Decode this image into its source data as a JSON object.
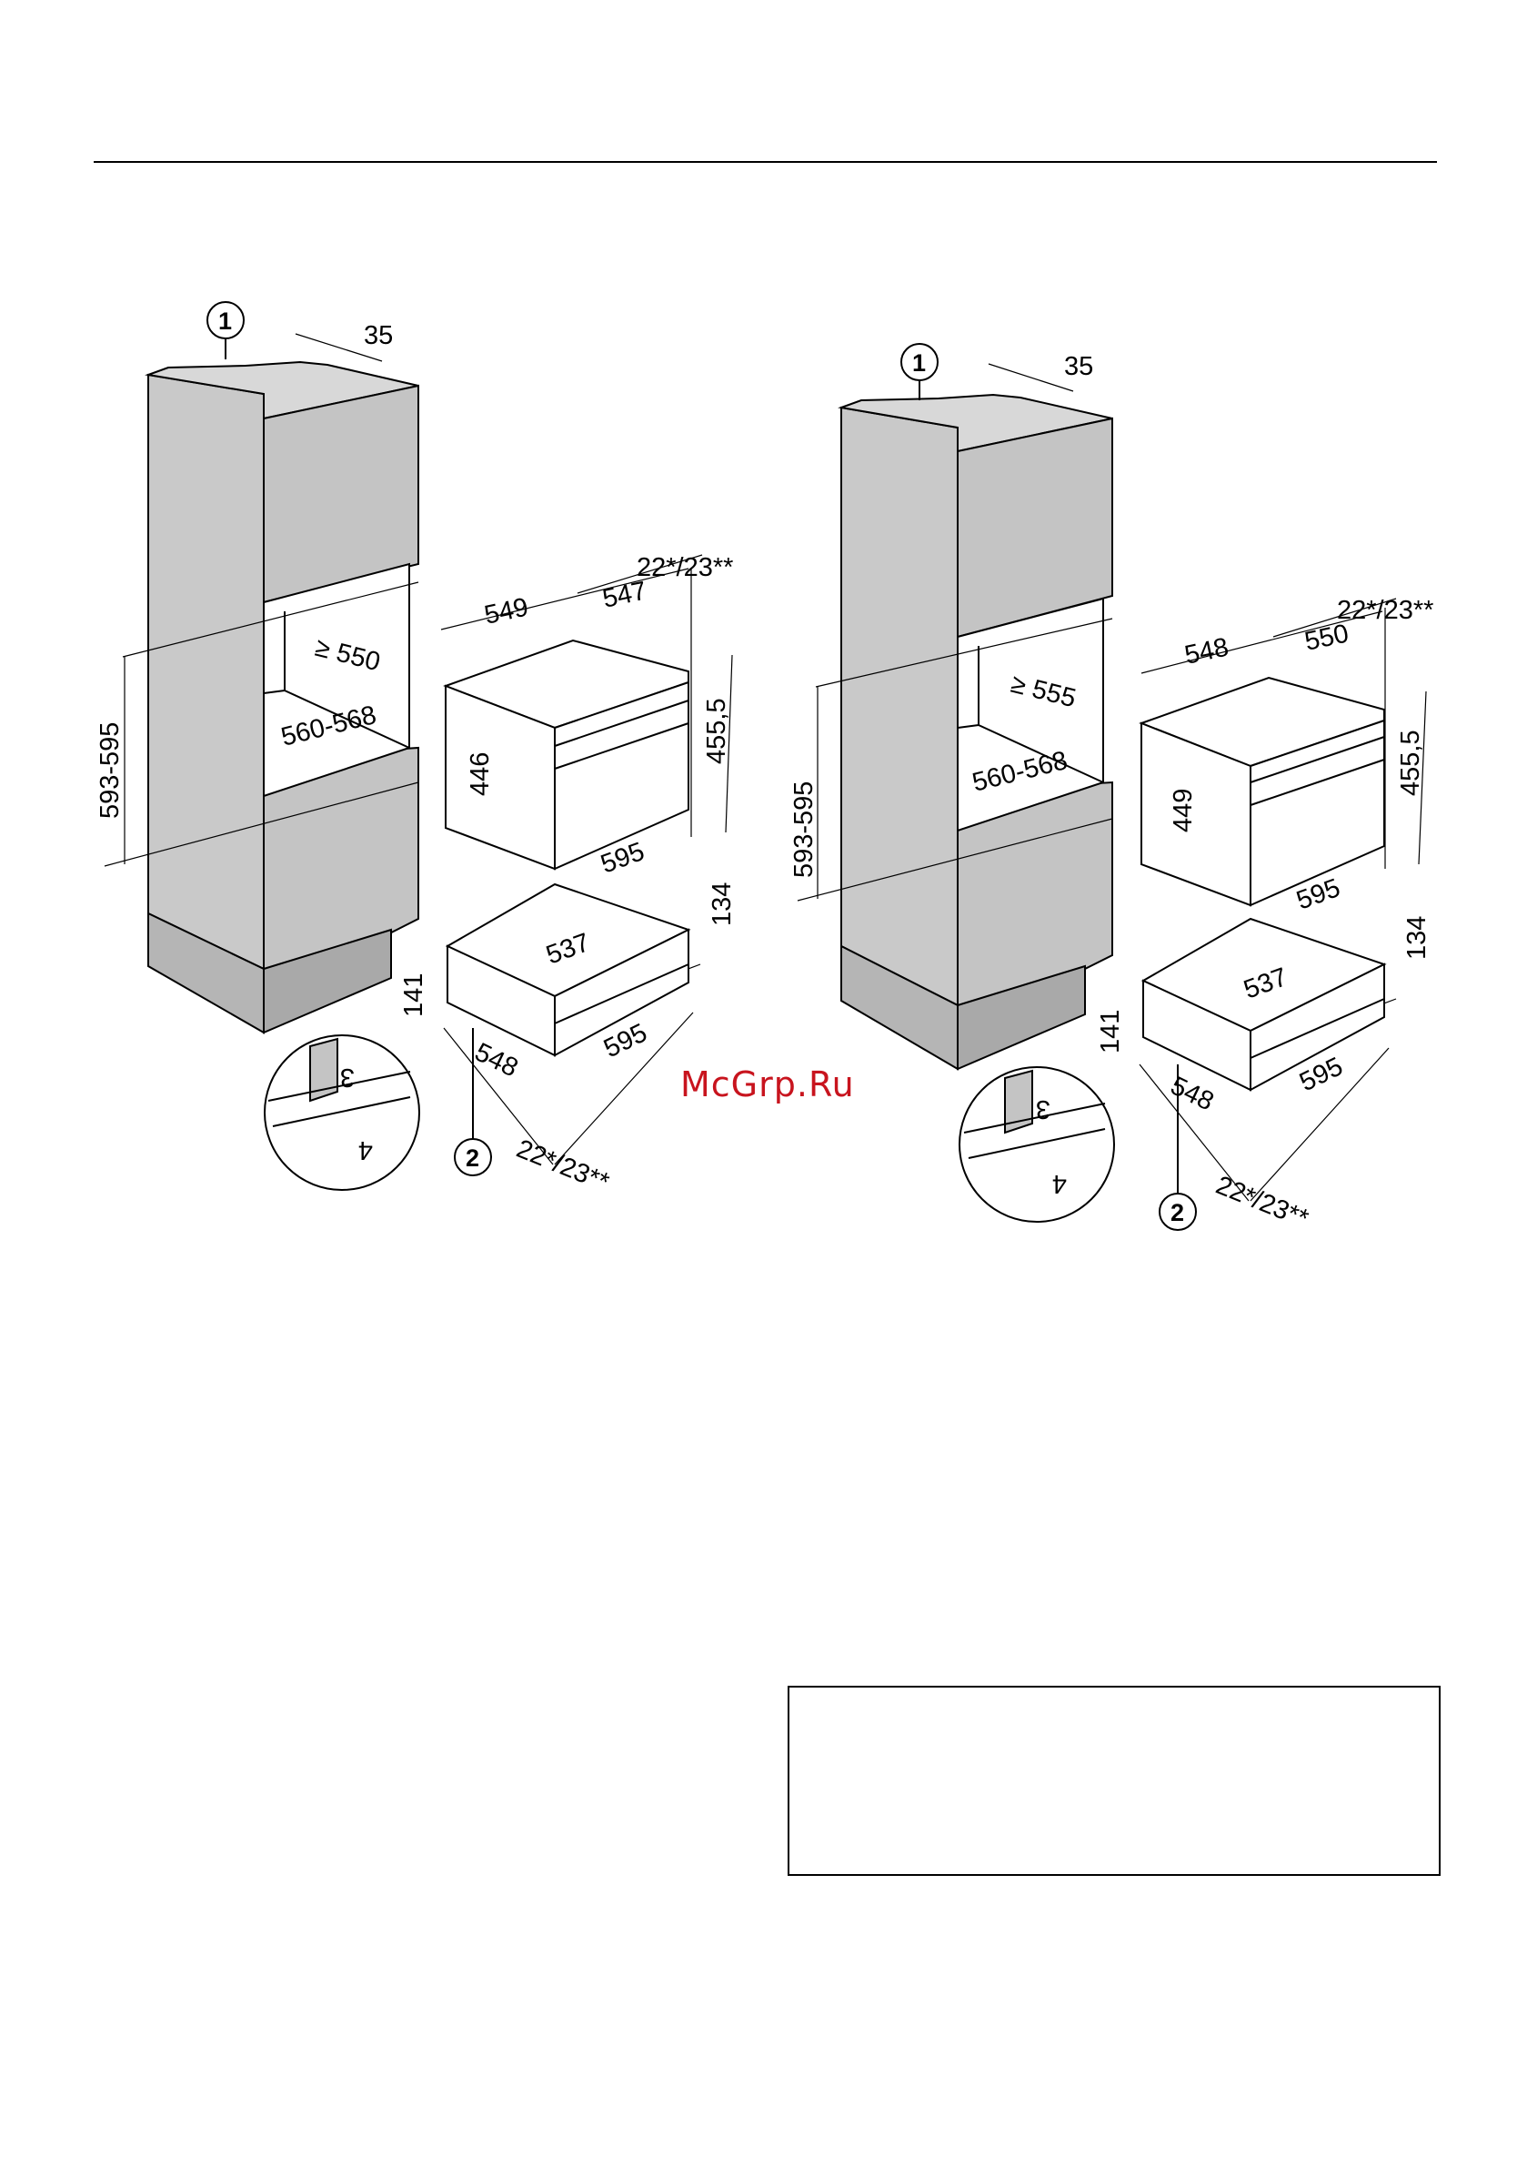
{
  "watermark": "McGrp.Ru",
  "colors": {
    "cabinet_fill": "#c9c9c9",
    "cabinet_side": "#b5b5b5",
    "stroke": "#000000",
    "watermark": "#c8141e"
  },
  "left": {
    "callout_1": "1",
    "callout_2": "2",
    "dims": {
      "top_depth": "35",
      "niche_height": "593-595",
      "niche_depth": "≥ 550",
      "niche_width": "560-568",
      "appliance_depth": "549",
      "appliance_front_depth": "547",
      "front_offset": "22*/23**",
      "appliance_height": "446",
      "front_height": "455,5",
      "appliance_width": "595",
      "drawer_depth": "537",
      "drawer_front_height": "134",
      "drawer_height": "141",
      "drawer_side_depth": "548",
      "drawer_width": "595",
      "drawer_front_offset": "22*/23**",
      "detail_gap_top": "3",
      "detail_gap_bottom": "4"
    }
  },
  "right": {
    "callout_1": "1",
    "callout_2": "2",
    "dims": {
      "top_depth": "35",
      "niche_height": "593-595",
      "niche_depth": "≥ 555",
      "niche_width": "560-568",
      "appliance_depth": "548",
      "appliance_front_depth": "550",
      "front_offset": "22*/23**",
      "appliance_height": "449",
      "front_height": "455,5",
      "appliance_width": "595",
      "drawer_depth": "537",
      "drawer_front_height": "134",
      "drawer_height": "141",
      "drawer_side_depth": "548",
      "drawer_width": "595",
      "drawer_front_offset": "22*/23**",
      "detail_gap_top": "3",
      "detail_gap_bottom": "4"
    }
  }
}
